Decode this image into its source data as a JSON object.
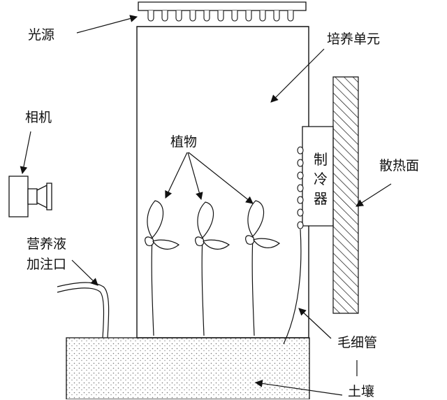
{
  "labels": {
    "light_source": "光源",
    "culture_unit": "培养单元",
    "camera": "相机",
    "plants": "植物",
    "cooler_chars": [
      "制",
      "冷",
      "器"
    ],
    "heat_sink": "散热面",
    "nutrient_inlet_line1": "营养液",
    "nutrient_inlet_line2": "加注口",
    "capillary": "毛细管",
    "soil": "土壤"
  },
  "colors": {
    "line": "#111111",
    "background": "#ffffff",
    "soil_dot": "#777777"
  }
}
